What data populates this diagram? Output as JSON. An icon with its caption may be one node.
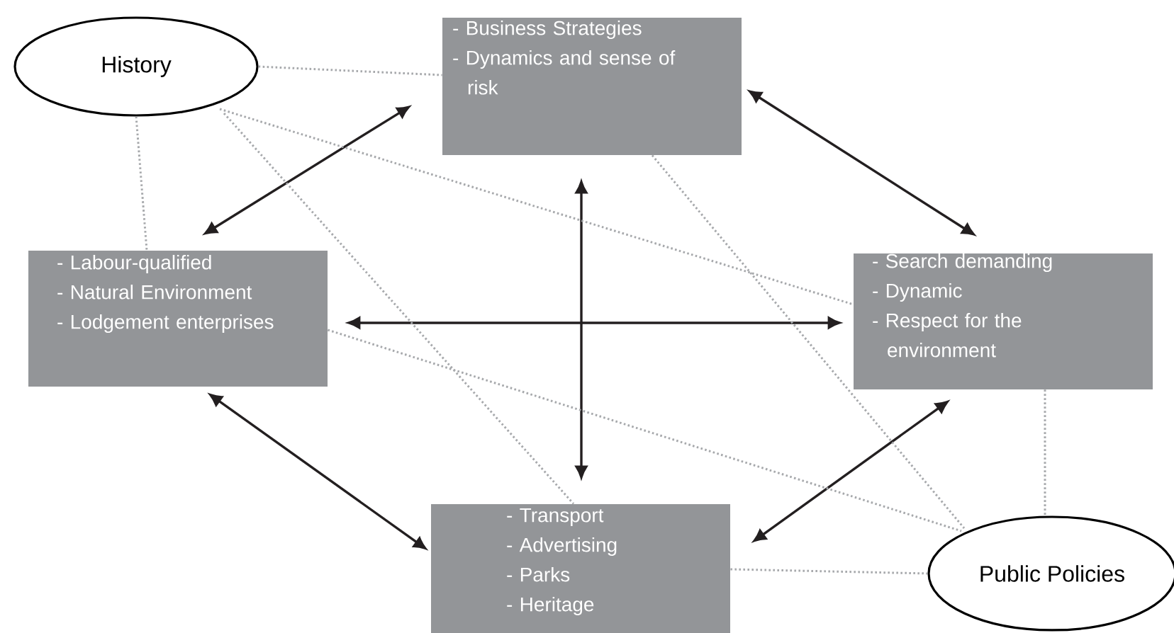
{
  "diagram": {
    "nodes": [
      {
        "text": [
          "History"
        ]
      },
      {
        "text": [
          "- Business Strategies",
          "- Dynamics and sense of risk"
        ]
      },
      {
        "text": [
          "- Labour-qualified",
          "- Natural Environment",
          "- Lodgement enterprises"
        ]
      },
      {
        "text": [
          "- Search demanding",
          "- Dynamic",
          "- Respect for the environment"
        ]
      },
      {
        "text": [
          "- Transport",
          "- Advertising",
          "- Parks",
          "- Heritage"
        ]
      },
      {
        "text": [
          "Public Policies"
        ]
      }
    ],
    "edges": [
      {
        "from": 1,
        "to": 2,
        "arrow": "both",
        "color": "#231f20"
      },
      {
        "from": 1,
        "to": 3,
        "arrow": "both",
        "color": "#231f20"
      },
      {
        "from": 1,
        "to": 4,
        "arrow": "both",
        "color": "#231f20"
      },
      {
        "from": 2,
        "to": 3,
        "arrow": "both",
        "color": "#231f20"
      },
      {
        "from": 2,
        "to": 4,
        "arrow": "both",
        "color": "#231f20"
      },
      {
        "from": 3,
        "to": 4,
        "arrow": "both",
        "color": "#231f20"
      },
      {
        "from": 0,
        "to": 1,
        "arrow": "none",
        "style": "dashed"
      },
      {
        "from": 0,
        "to": 2,
        "arrow": "none",
        "style": "dashed"
      },
      {
        "from": 0,
        "to": 3,
        "arrow": "none",
        "style": "dashed"
      },
      {
        "from": 0,
        "to": 4,
        "arrow": "none",
        "style": "dashed"
      },
      {
        "from": 1,
        "to": 5,
        "arrow": "none",
        "style": "dashed"
      },
      {
        "from": 2,
        "to": 5,
        "arrow": "none",
        "style": "dashed"
      },
      {
        "from": 4,
        "to": 5,
        "arrow": "none",
        "style": "dashed"
      },
      {
        "from": 3,
        "to": 5,
        "arrow": "none",
        "style": "dashed"
      }
    ]
  }
}
